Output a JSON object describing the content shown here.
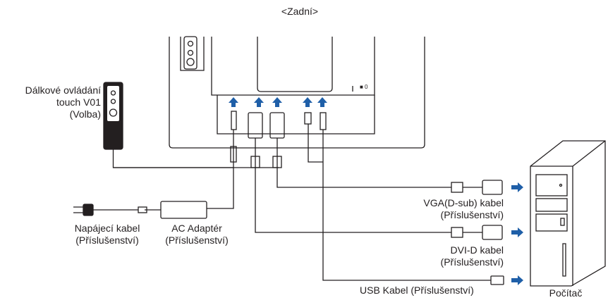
{
  "title": "<Zadní>",
  "remote": {
    "line1": "Dálkové ovládání",
    "line2": "touch V01",
    "line3": "(Volba)"
  },
  "power_cable": {
    "line1": "Napájecí kabel",
    "line2": "(Příslušenství)"
  },
  "ac_adapter": {
    "line1": "AC Adaptér",
    "line2": "(Příslušenství)"
  },
  "vga_cable": {
    "line1": "VGA(D-sub) kabel",
    "line2": "(Příslušenství)"
  },
  "dvi_cable": {
    "line1": "DVI-D kabel",
    "line2": "(Příslušenství)"
  },
  "usb_cable": {
    "line1": "USB Kabel (Příslušenství)"
  },
  "computer": {
    "label": "Počítač"
  },
  "colors": {
    "arrow": "#1f5fa8",
    "line": "#231f20"
  }
}
